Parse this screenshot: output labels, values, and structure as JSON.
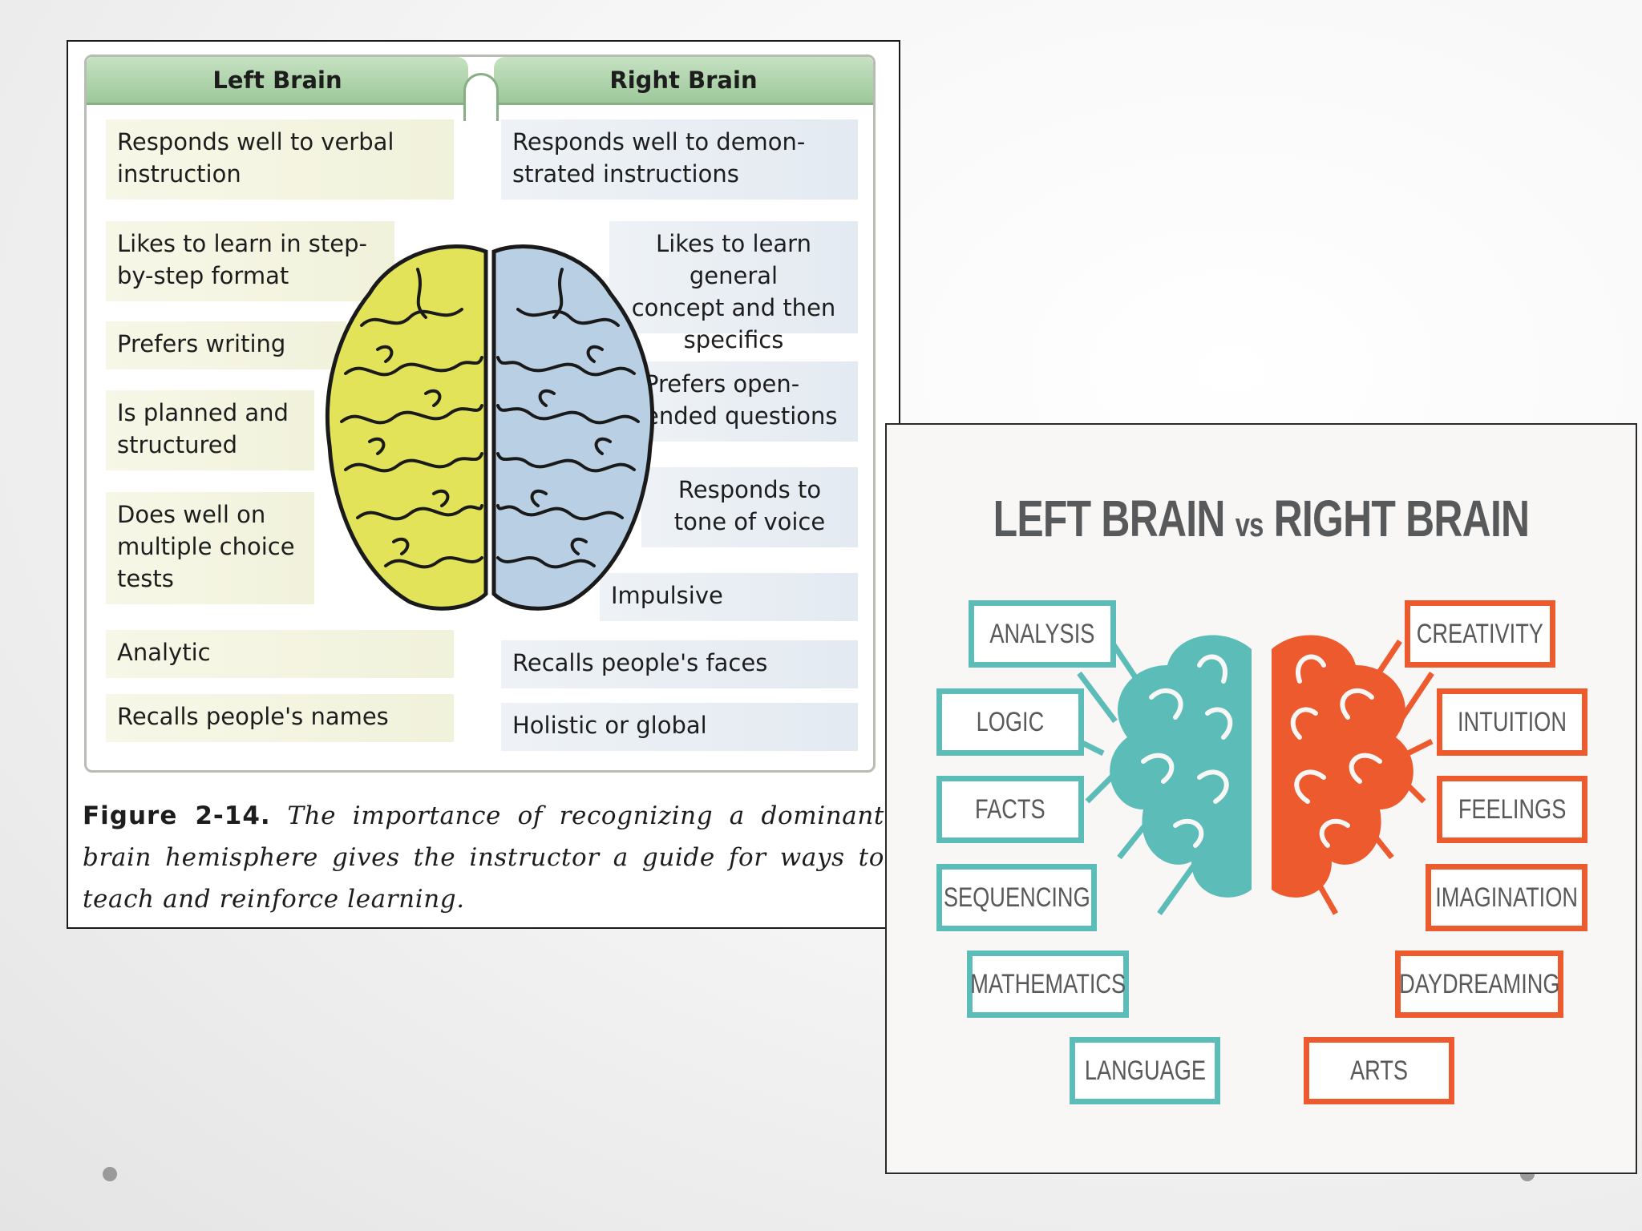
{
  "figure1": {
    "header": {
      "left": "Left Brain",
      "right": "Right Brain"
    },
    "left_items": [
      "Responds well to verbal\ninstruction",
      "Likes to learn in step-\nby-step format",
      "Prefers writing",
      "Is planned and\nstructured",
      "Does well on\nmultiple choice\ntests",
      "Analytic",
      "Recalls people's names"
    ],
    "right_items": [
      "Responds well to demon-\nstrated instructions",
      "Likes to learn general\nconcept and then\nspecifics",
      "Prefers open-\nended questions",
      "Responds to\ntone of voice",
      "Impulsive",
      "Recalls people's faces",
      "Holistic or global"
    ],
    "caption_label": "Figure 2-14.",
    "caption_text": "The importance of recognizing a dominant brain hemisphere gives the instructor a guide for ways to teach and reinforce learning.",
    "colors": {
      "left_hemisphere": "#e3e35a",
      "right_hemisphere": "#b9cfe4",
      "header": "#a8d0a5"
    }
  },
  "figure2": {
    "title_left": "LEFT BRAIN",
    "title_vs": "vs",
    "title_right": "RIGHT BRAIN",
    "left_tags": [
      "ANALYSIS",
      "LOGIC",
      "FACTS",
      "SEQUENCING",
      "MATHEMATICS",
      "LANGUAGE"
    ],
    "right_tags": [
      "CREATIVITY",
      "INTUITION",
      "FEELINGS",
      "IMAGINATION",
      "DAYDREAMING",
      "ARTS"
    ],
    "colors": {
      "left": "#5bbcb8",
      "right": "#ed5a2e",
      "text": "#58595b"
    }
  }
}
